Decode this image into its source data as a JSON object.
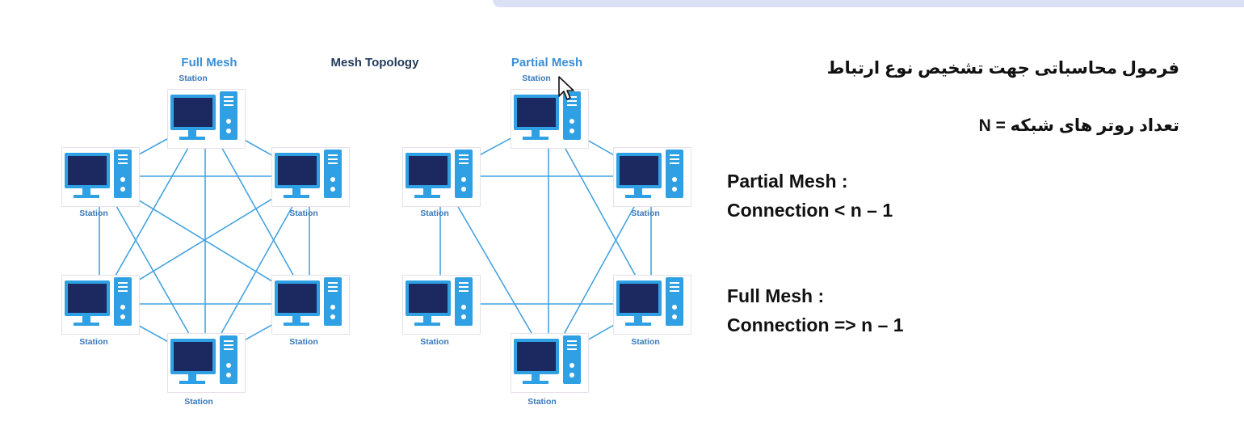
{
  "diagram": {
    "full_title": "Full Mesh",
    "center_title": "Mesh Topology",
    "partial_title": "Partial Mesh",
    "station_label": "Station",
    "line_color": "#46a3e0"
  },
  "notes": {
    "line1": "فرمول محاسباتی جهت تشخیص نوع ارتباط",
    "line2": "تعداد روتر های شبکه = N",
    "partial_label": "Partial Mesh :",
    "partial_formula": "Connection < n – 1",
    "full_label": "Full Mesh :",
    "full_formula": "Connection => n – 1"
  }
}
